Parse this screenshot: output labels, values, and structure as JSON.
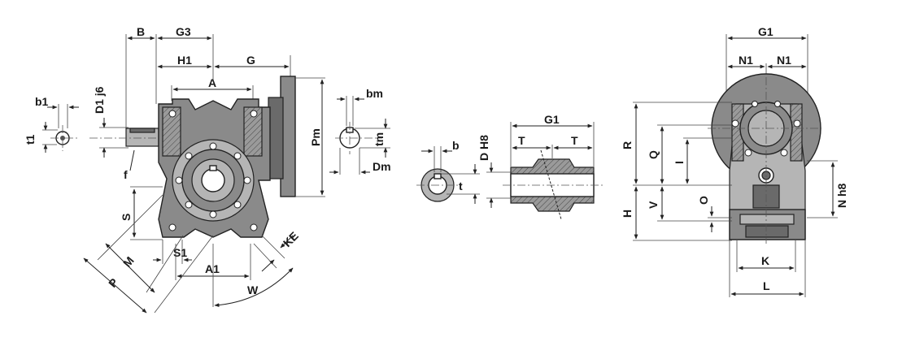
{
  "labels": {
    "b1": "b1",
    "t1": "t1",
    "d1j6": "D1 j6",
    "f": "f",
    "B": "B",
    "G3": "G3",
    "H1": "H1",
    "G": "G",
    "A": "A",
    "Pm": "Pm",
    "bm": "bm",
    "tm": "tm",
    "Dm": "Dm",
    "S": "S",
    "S1": "S1",
    "M": "M",
    "P": "P",
    "A1": "A1",
    "W": "W",
    "KE": "KE",
    "b": "b",
    "dh8": "D H8",
    "t": "t",
    "G1_mid": "G1",
    "T_left": "T",
    "T_right": "T",
    "G1_right": "G1",
    "N1_left": "N1",
    "N1_right": "N1",
    "R": "R",
    "Q": "Q",
    "I": "I",
    "H": "H",
    "V": "V",
    "O": "O",
    "nh8": "N h8",
    "K": "K",
    "L": "L"
  },
  "colors": {
    "body": "#8a8a8a",
    "line": "#222222",
    "background": "#ffffff"
  }
}
